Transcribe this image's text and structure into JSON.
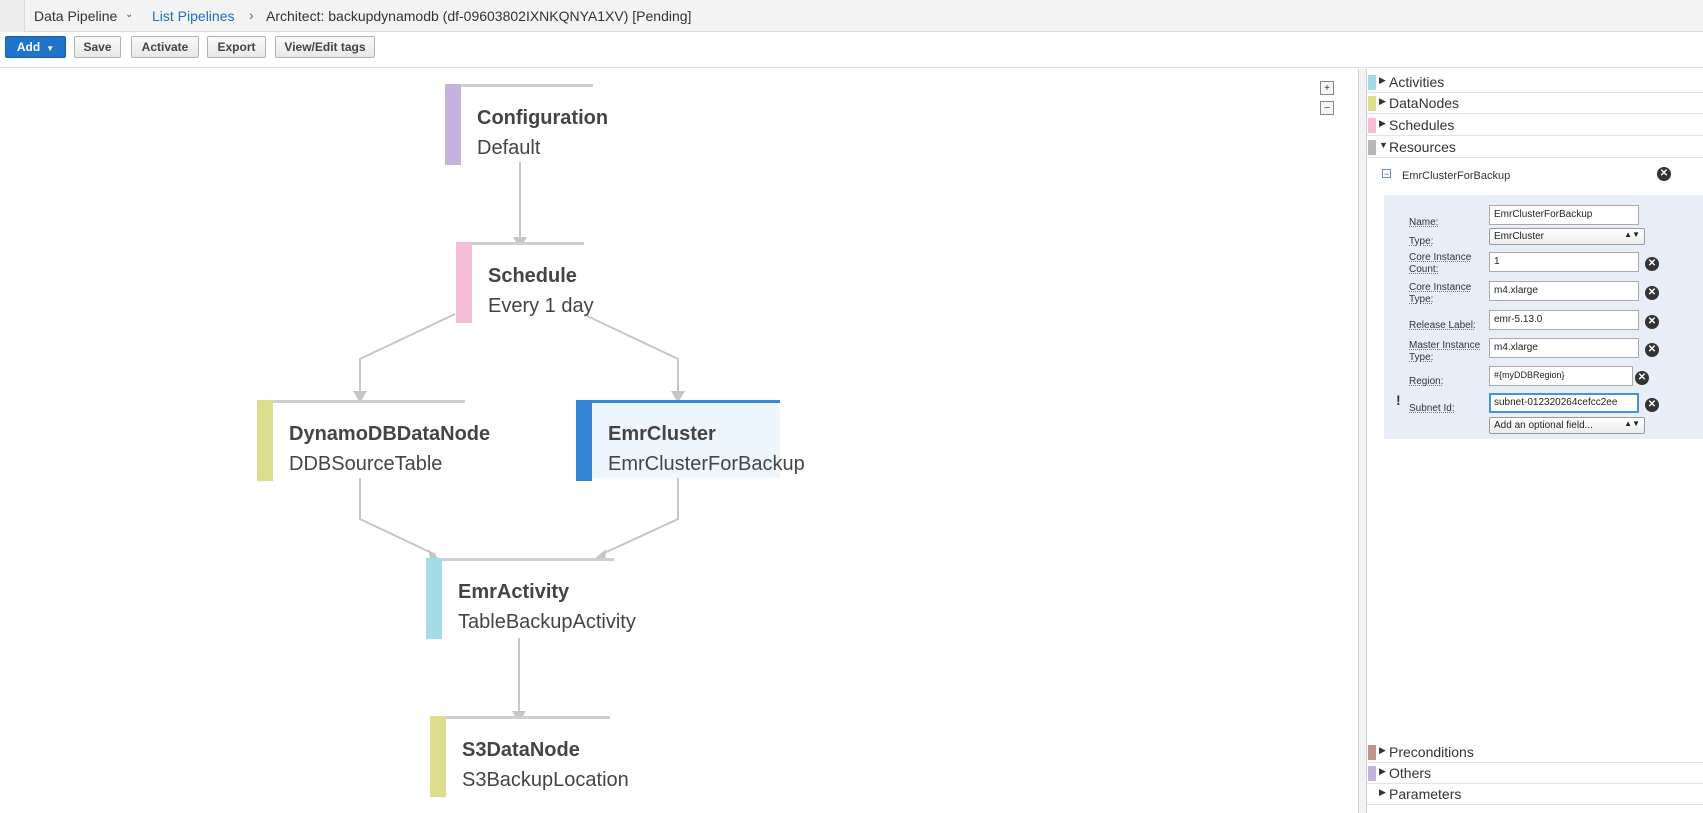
{
  "breadcrumb": {
    "service": "Data Pipeline",
    "list": "List Pipelines",
    "separator": "›",
    "current": "Architect: backupdynamodb (df-09603802IXNKQNYA1XV) [Pending]"
  },
  "toolbar": {
    "add": "Add",
    "save": "Save",
    "activate": "Activate",
    "export": "Export",
    "tags": "View/Edit tags"
  },
  "graph": {
    "nodes": [
      {
        "title": "Configuration",
        "subtitle": "Default",
        "color": "#c5b2dc"
      },
      {
        "title": "Schedule",
        "subtitle": "Every 1 day",
        "color": "#f6bcd6"
      },
      {
        "title": "DynamoDBDataNode",
        "subtitle": "DDBSourceTable",
        "color": "#dedd8e"
      },
      {
        "title": "EmrCluster",
        "subtitle": "EmrClusterForBackup",
        "color": "#3585d8",
        "selected": true
      },
      {
        "title": "EmrActivity",
        "subtitle": "TableBackupActivity",
        "color": "#a3dbe6"
      },
      {
        "title": "S3DataNode",
        "subtitle": "S3BackupLocation",
        "color": "#dedd8e"
      }
    ]
  },
  "panel": {
    "sections_top": [
      {
        "label": "Activities",
        "color": "#a3dbe6",
        "expanded": false
      },
      {
        "label": "DataNodes",
        "color": "#dedd8e",
        "expanded": false
      },
      {
        "label": "Schedules",
        "color": "#f6bcd6",
        "expanded": false
      },
      {
        "label": "Resources",
        "color": "#b8b8b8",
        "expanded": true
      }
    ],
    "resource": {
      "name": "EmrClusterForBackup",
      "fields": [
        {
          "label": "Name:",
          "value": "EmrClusterForBackup"
        },
        {
          "label": "Type:",
          "value": "EmrCluster"
        },
        {
          "label": "Core Instance Count:",
          "value": "1"
        },
        {
          "label": "Core Instance Type:",
          "value": "m4.xlarge"
        },
        {
          "label": "Release Label:",
          "value": "emr-5.13.0"
        },
        {
          "label": "Master Instance Type:",
          "value": "m4.xlarge"
        },
        {
          "label": "Region:",
          "value": "#{myDDBRegion}"
        },
        {
          "label": "Subnet Id:",
          "value": "subnet-012320264cefcc2ee"
        }
      ],
      "optional_field_placeholder": "Add an optional field...",
      "warning_mark": "!"
    },
    "sections_bottom": [
      {
        "label": "Preconditions",
        "color": "#c0948a"
      },
      {
        "label": "Others",
        "color": "#c5b2dc"
      },
      {
        "label": "Parameters",
        "color": "#ffffff"
      }
    ]
  }
}
